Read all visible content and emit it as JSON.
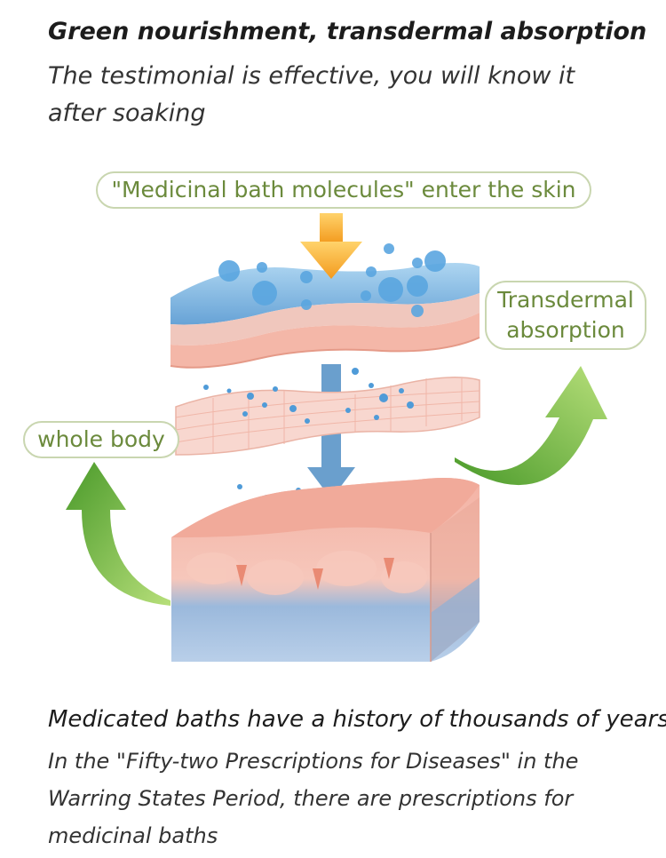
{
  "header": {
    "title": "Green nourishment, transdermal absorption",
    "subtitle": "The testimonial is effective, you will know it after soaking"
  },
  "labels": {
    "top": "\"Medicinal bath molecules\" enter the skin",
    "right": "Transdermal absorption",
    "left": "whole body"
  },
  "footer": {
    "title": "Medicated baths have a history of thousands of years",
    "body": "In the \"Fifty-two Prescriptions for Diseases\" in the Warring States Period, there are prescriptions for medicinal baths"
  },
  "colors": {
    "label_text": "#6b8a3c",
    "label_border": "#c9d6b0",
    "arrow_green": "#7cc04a",
    "arrow_orange": "#f5a623",
    "skin_pink": "#f2b6a8",
    "water_blue": "#6fa9d9"
  },
  "icons": [
    "down-arrow-orange",
    "curved-arrow-green",
    "skin-layers-illustration"
  ]
}
